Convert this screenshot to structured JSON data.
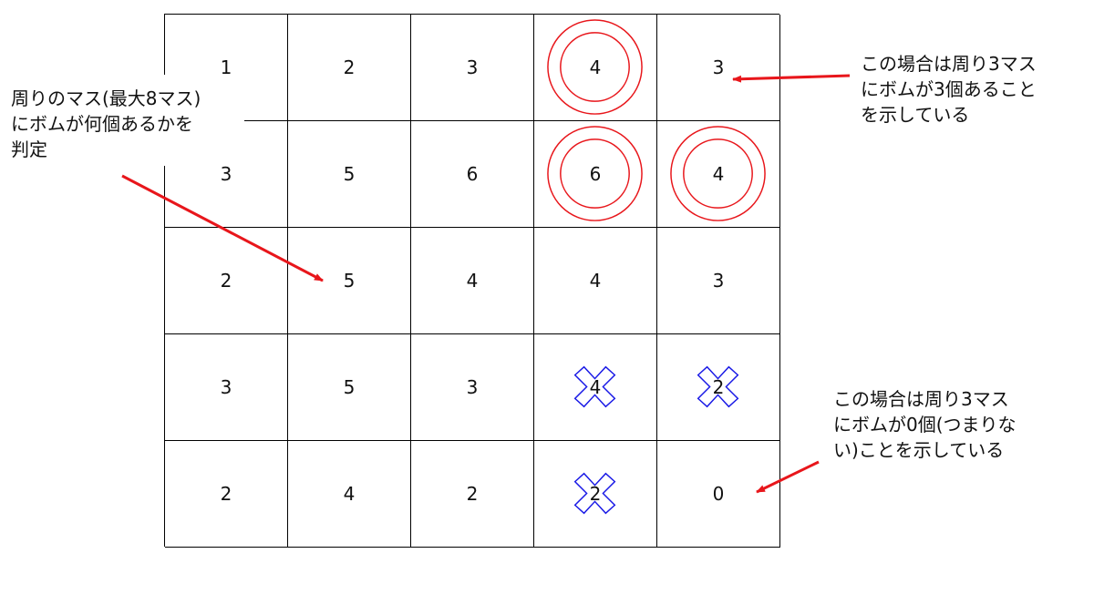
{
  "grid": {
    "rows": [
      [
        {
          "v": "1"
        },
        {
          "v": "2"
        },
        {
          "v": "3"
        },
        {
          "v": "4",
          "mark": "circle"
        },
        {
          "v": "3"
        }
      ],
      [
        {
          "v": "3"
        },
        {
          "v": "5"
        },
        {
          "v": "6"
        },
        {
          "v": "6",
          "mark": "circle"
        },
        {
          "v": "4",
          "mark": "circle"
        }
      ],
      [
        {
          "v": "2"
        },
        {
          "v": "5"
        },
        {
          "v": "4"
        },
        {
          "v": "4"
        },
        {
          "v": "3"
        }
      ],
      [
        {
          "v": "3"
        },
        {
          "v": "5"
        },
        {
          "v": "3"
        },
        {
          "v": "4",
          "mark": "cross"
        },
        {
          "v": "2",
          "mark": "cross"
        }
      ],
      [
        {
          "v": "2"
        },
        {
          "v": "4"
        },
        {
          "v": "2"
        },
        {
          "v": "2",
          "mark": "cross"
        },
        {
          "v": "0"
        }
      ]
    ]
  },
  "notes": {
    "left": [
      "周りのマス(最大8マス)",
      "にボムが何個あるかを",
      "判定"
    ],
    "top_right": [
      "この場合は周り3マス",
      "にボムが3個あること",
      "を示している"
    ],
    "bottom_right": [
      "この場合は周り3マス",
      "にボムが0個(つまりな",
      "い)ことを示している"
    ]
  },
  "colors": {
    "circle_mark": "#e8161b",
    "cross_mark": "#1a1ae6",
    "arrow": "#e8161b",
    "grid_line": "#000000"
  }
}
